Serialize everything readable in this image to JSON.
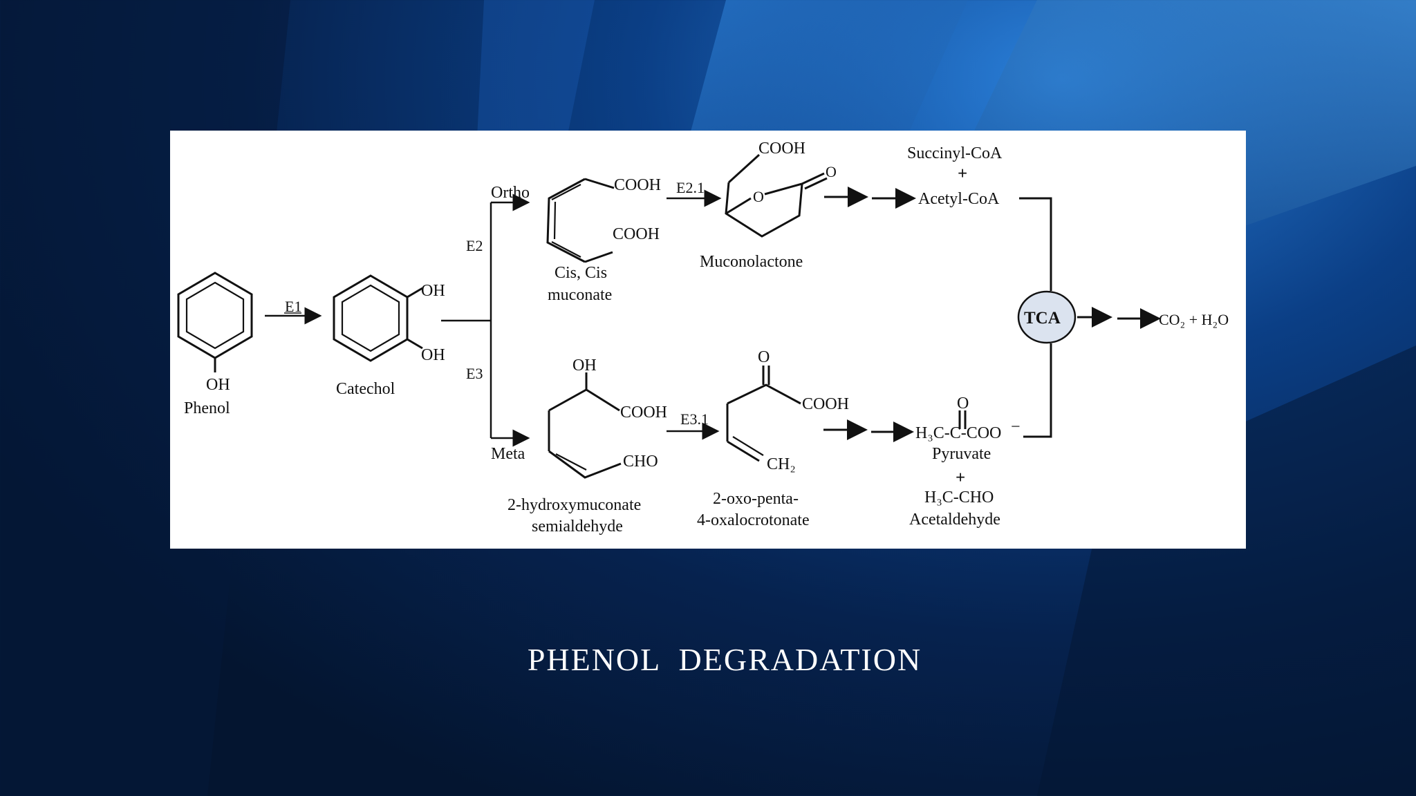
{
  "slide": {
    "title": "PHENOL  DEGRADATION"
  },
  "diagram": {
    "compounds": {
      "phenol_oh": "OH",
      "phenol": "Phenol",
      "catechol_oh1": "OH",
      "catechol_oh2": "OH",
      "catechol": "Catechol",
      "cis_cooh1": "COOH",
      "cis_cooh2": "COOH",
      "cis_name1": "Cis, Cis",
      "cis_name2": "muconate",
      "lactone_cooh": "COOH",
      "lactone_o_ring": "O",
      "lactone_o_carbonyl": "O",
      "muconolactone": "Muconolactone",
      "succinyl": "Succinyl-CoA",
      "plus1": "+",
      "acetyl": "Acetyl-CoA",
      "tca": "TCA",
      "co2": "CO₂ + H₂O",
      "hms_oh": "OH",
      "hms_cooh": "COOH",
      "hms_cho": "CHO",
      "hms_name1": "2-hydroxymuconate",
      "hms_name2": "semialdehyde",
      "oxo_o": "O",
      "oxo_cooh": "COOH",
      "oxo_ch2": "CH₂",
      "oxo_name1": "2-oxo-penta-",
      "oxo_name2": "4-oxalocrotonate",
      "pyr_o": "O",
      "pyr_formula": "H₃C-C-COO",
      "pyr_charge": "−",
      "pyruvate": "Pyruvate",
      "plus2": "+",
      "acetald_formula": "H₃C-CHO",
      "acetaldehyde": "Acetaldehyde"
    },
    "enzymes": {
      "e1": "E1",
      "e2": "E2",
      "e3": "E3",
      "e21": "E2.1",
      "e31": "E3.1"
    },
    "branches": {
      "ortho": "Ortho",
      "meta": "Meta"
    }
  }
}
